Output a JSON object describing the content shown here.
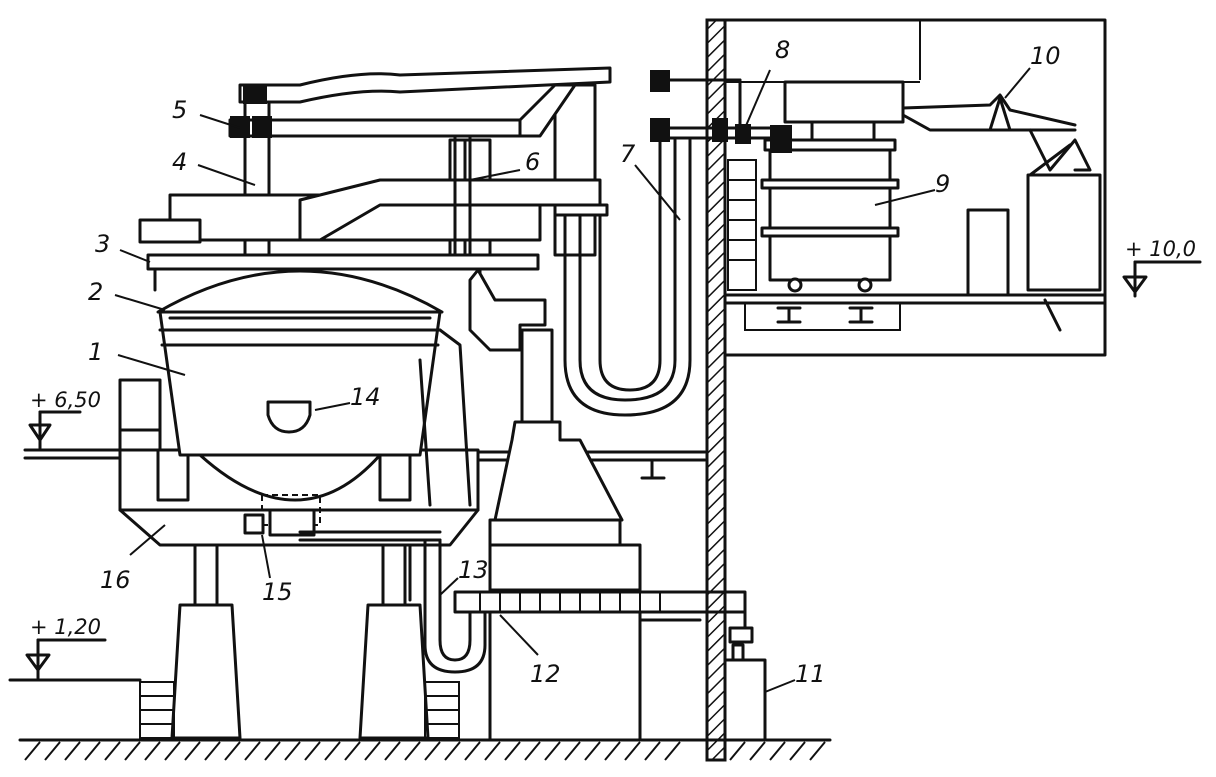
{
  "labels": {
    "n1": "1",
    "n2": "2",
    "n3": "3",
    "n4": "4",
    "n5": "5",
    "n6": "6",
    "n7": "7",
    "n8": "8",
    "n9": "9",
    "n10": "10",
    "n11": "11",
    "n12": "12",
    "n13": "13",
    "n14": "14",
    "n15": "15",
    "n16": "16"
  },
  "elevations": {
    "e1": "+ 6,50",
    "e2": "+ 1,20",
    "e3": "+ 10,0"
  }
}
